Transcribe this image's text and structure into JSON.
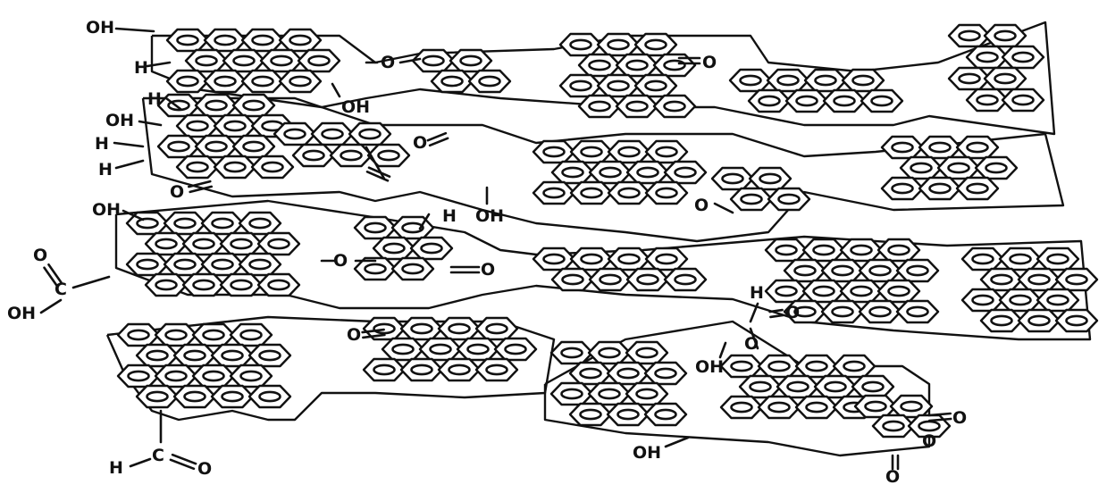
{
  "labels": {
    "l1": "OH",
    "l2": "H",
    "l3": "OH",
    "l4": "O",
    "l5": "O",
    "l6": "H",
    "l7": "OH",
    "l8": "H",
    "l9": "H",
    "l10": "O",
    "l11": "O",
    "l12": "OH",
    "l13": "O",
    "l14": "OH",
    "l15": "O",
    "l16": "OH",
    "l17": "O",
    "l18": "H",
    "l19": "O",
    "l20": "O",
    "l21": "H",
    "l22": "O",
    "l23": "O",
    "l24": "OH",
    "l25": "H",
    "l26": "C",
    "l27": "O",
    "l28": "OH",
    "l29": "O",
    "l30": "O",
    "l31": "O",
    "l32": "C"
  },
  "style": {
    "ink": "#111111",
    "background": "#ffffff"
  }
}
